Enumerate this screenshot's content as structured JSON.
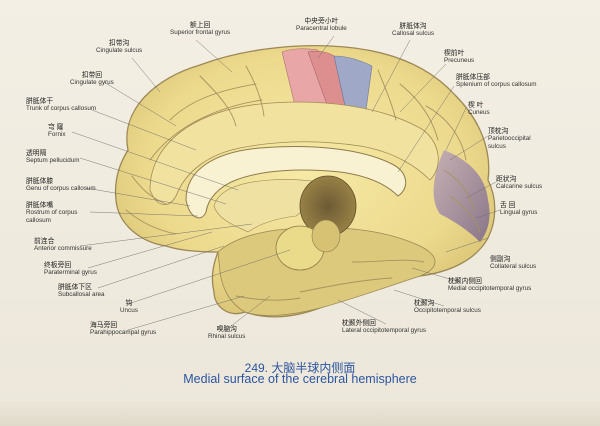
{
  "figure": {
    "number": "249.",
    "title_zh": "大脑半球内侧面",
    "title_en": "Medial surface of the cerebral hemisphere"
  },
  "labels": {
    "cingulate_sulcus": {
      "zh": "扣带沟",
      "en": "Cingulate sulcus"
    },
    "superior_frontal_gyrus": {
      "zh": "额上回",
      "en": "Superior frontal gyrus"
    },
    "paracentral_lobule": {
      "zh": "中央旁小叶",
      "en": "Paracentral lobule"
    },
    "callosal_sulcus": {
      "zh": "胼胝体沟",
      "en": "Callosal sulcus"
    },
    "precuneus": {
      "zh": "楔前叶",
      "en": "Precuneus"
    },
    "splenium": {
      "zh": "胼胝体压部",
      "en": "Splenium of corpus callosum"
    },
    "cingulate_gyrus": {
      "zh": "扣带回",
      "en": "Cingulate gyrus"
    },
    "trunk_cc": {
      "zh": "胼胝体干",
      "en": "Trunk of corpus callosum"
    },
    "fornix": {
      "zh": "穹 窿",
      "en": "Fornix"
    },
    "septum": {
      "zh": "透明隔",
      "en": "Septum pellucidum"
    },
    "genu": {
      "zh": "胼胝体膝",
      "en": "Genu of corpus callosum"
    },
    "rostrum": {
      "zh": "胼胝体嘴",
      "en": "Rostrum of corpus callosum"
    },
    "anterior_commissure": {
      "zh": "前连合",
      "en": "Anterior commissure"
    },
    "paraterminal": {
      "zh": "终板旁回",
      "en": "Paraterminal gyrus"
    },
    "subcallosal": {
      "zh": "胼胝体下区",
      "en": "Subcallosal area"
    },
    "uncus": {
      "zh": "钩",
      "en": "Uncus"
    },
    "parahippocampal": {
      "zh": "海马旁回",
      "en": "Parahippocampal gyrus"
    },
    "rhinal": {
      "zh": "嗅脑沟",
      "en": "Rhinal sulcus"
    },
    "cuneus": {
      "zh": "楔 叶",
      "en": "Cuneus"
    },
    "parieto_occipital": {
      "zh": "顶枕沟",
      "en": "Parietooccipital sulcus"
    },
    "calcarine": {
      "zh": "距状沟",
      "en": "Calcarine sulcus"
    },
    "lingual": {
      "zh": "舌 回",
      "en": "Lingual gyrus"
    },
    "collateral": {
      "zh": "侧副沟",
      "en": "Collateral sulcus"
    },
    "medial_occipitotemporal": {
      "zh": "枕颞内侧回",
      "en": "Medial occipitotemporal gyrus"
    },
    "occipitotemporal_sulcus": {
      "zh": "枕颞沟",
      "en": "Occipitotemporal sulcus"
    },
    "lateral_occipitotemporal": {
      "zh": "枕颞外侧回",
      "en": "Lateral occipitotemporal gyrus"
    }
  },
  "colors": {
    "cortex": "#efe19a",
    "paracentral_pink": "#e6a0a0",
    "paracentral_blue": "#9aa6c8",
    "occipital_purple": "#8e7aa8",
    "caption": "#2c56a0"
  }
}
